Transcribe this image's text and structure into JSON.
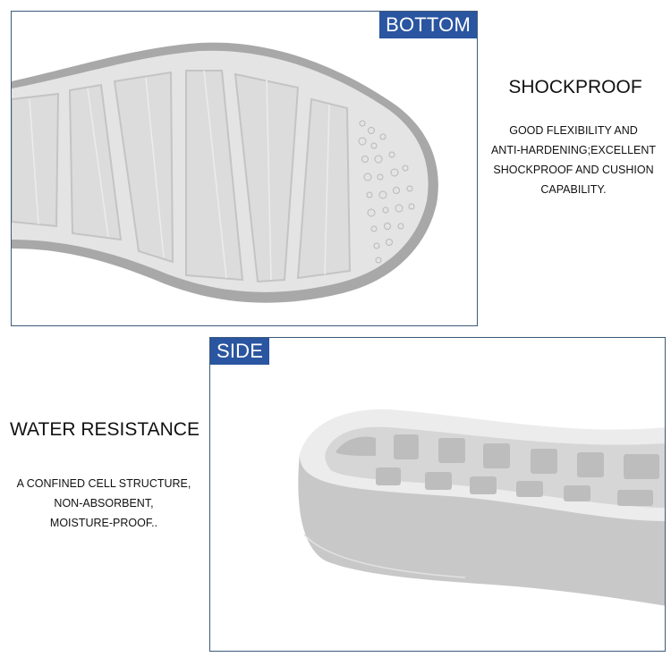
{
  "panels": {
    "bottom": {
      "badge": "BOTTOM",
      "heading": "SHOCKPROOF",
      "description": [
        "GOOD FLEXIBILITY AND",
        "ANTI-HARDENING;EXCELLENT",
        "SHOCKPROOF AND CUSHION",
        "CAPABILITY."
      ],
      "image": "shoe-sole-bottom-view"
    },
    "side": {
      "badge": "SIDE",
      "heading": "WATER RESISTANCE",
      "description": [
        "A CONFINED CELL STRUCTURE,",
        "NON-ABSORBENT,",
        "MOISTURE-PROOF.."
      ],
      "image": "shoe-sole-side-view"
    }
  },
  "colors": {
    "badge_bg": "#2a55a0",
    "frame_border": "#3c5a7a",
    "sole_light": "#e6e6e6",
    "sole_rim": "#a9a9a9"
  }
}
